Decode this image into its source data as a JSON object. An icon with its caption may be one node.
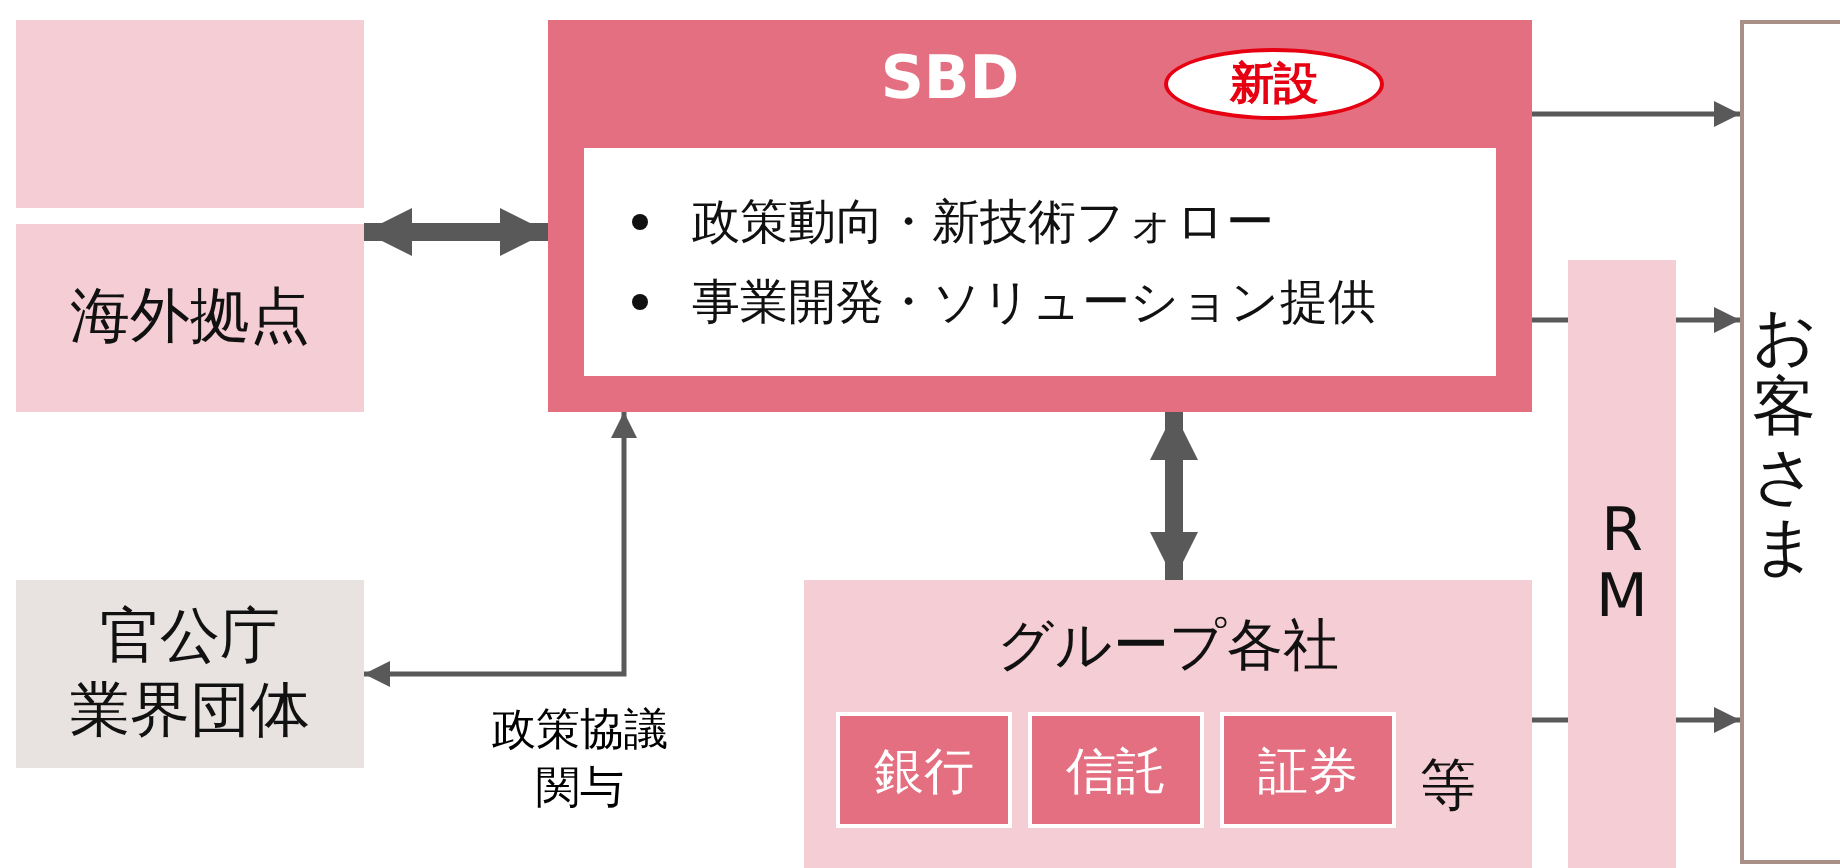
{
  "diagram": {
    "nodes": [
      {
        "text": [],
        "shape": "box"
      },
      {
        "text": [
          "海外拠点"
        ]
      },
      {
        "text": [
          "SBD"
        ]
      },
      {
        "text": [
          "新設"
        ],
        "in": 2
      },
      {
        "text": [
          "政策動向・新技術フォロー",
          "事業開発・ソリューション提供"
        ],
        "in": 2
      },
      {
        "text": [
          "官公庁",
          "業界団体"
        ]
      },
      {
        "text": [
          "グループ各社",
          "等"
        ]
      },
      {
        "text": [
          "銀行"
        ],
        "in": 6
      },
      {
        "text": [
          "信託"
        ],
        "in": 6
      },
      {
        "text": [
          "証券"
        ],
        "in": 6
      },
      {
        "text": [
          "RM"
        ]
      },
      {
        "text": [
          "お客さま"
        ]
      }
    ],
    "edges": [
      {
        "from": 0,
        "to": 2,
        "arrow": "both",
        "style": "thick"
      },
      {
        "from": 1,
        "to": 2,
        "arrow": "both",
        "style": "thick"
      },
      {
        "from": 2,
        "to": 6,
        "arrow": "both",
        "style": "thick"
      },
      {
        "from": 5,
        "to": 2,
        "arrow": "both",
        "label": "政策協議関与"
      },
      {
        "from": 2,
        "to": 11,
        "arrow": "to"
      },
      {
        "from": 2,
        "to": 10,
        "arrow": "none"
      },
      {
        "from": 10,
        "to": 11,
        "arrow": "to"
      },
      {
        "from": 6,
        "to": 10,
        "arrow": "none"
      },
      {
        "from": 10,
        "to": 11,
        "arrow": "to"
      }
    ]
  }
}
